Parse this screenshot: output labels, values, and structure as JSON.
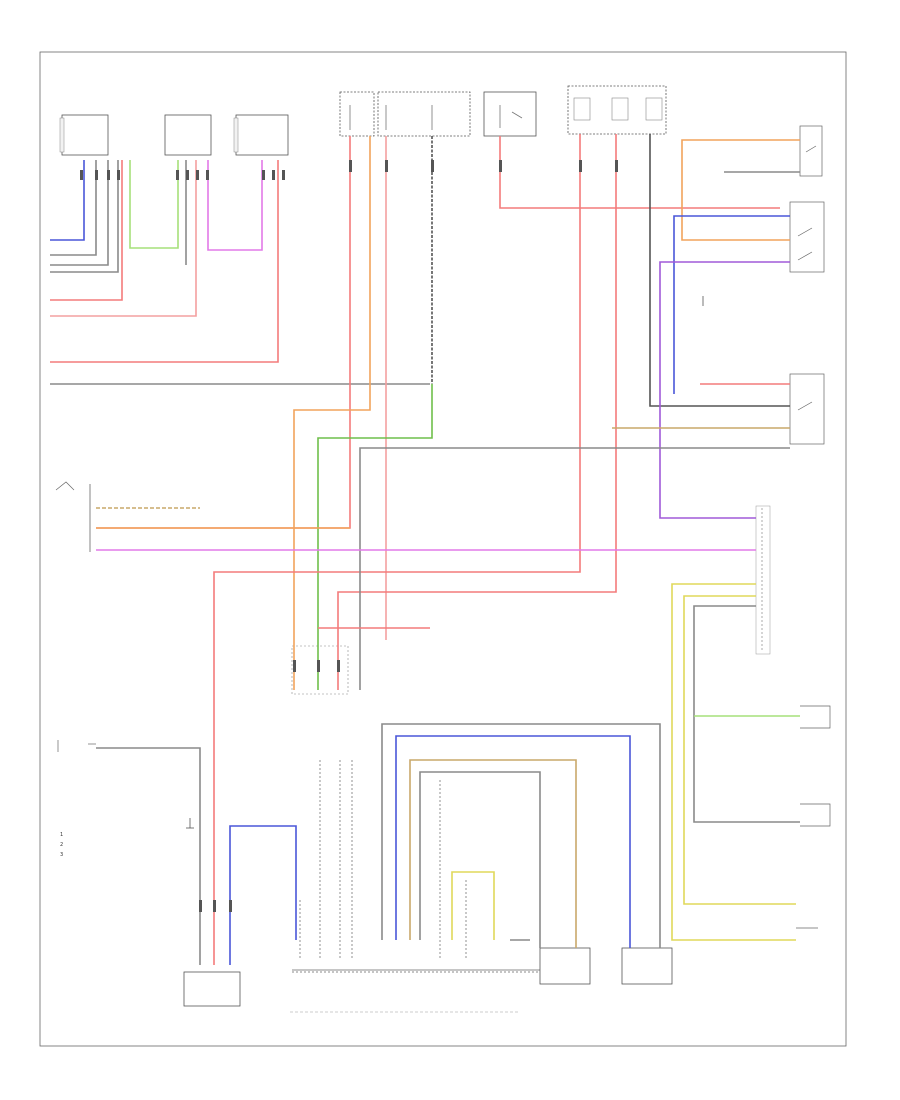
{
  "diagram": {
    "title": "",
    "footer_code": "",
    "legend": [
      {
        "key": "1",
        "text": ""
      },
      {
        "key": "2",
        "text": ""
      },
      {
        "key": "3",
        "text": ""
      }
    ]
  },
  "colors": {
    "red": "#f47b7b",
    "pink": "#f4a0a0",
    "orange": "#f2a35b",
    "green": "#6fbf4b",
    "light_green": "#a6e07a",
    "blue": "#4a56d8",
    "violet": "#a05ad8",
    "magenta": "#e27ae8",
    "yellow": "#e0d85a",
    "tan": "#c9a86a",
    "gray": "#8a8a8a",
    "black": "#333333",
    "frame": "#666666"
  }
}
